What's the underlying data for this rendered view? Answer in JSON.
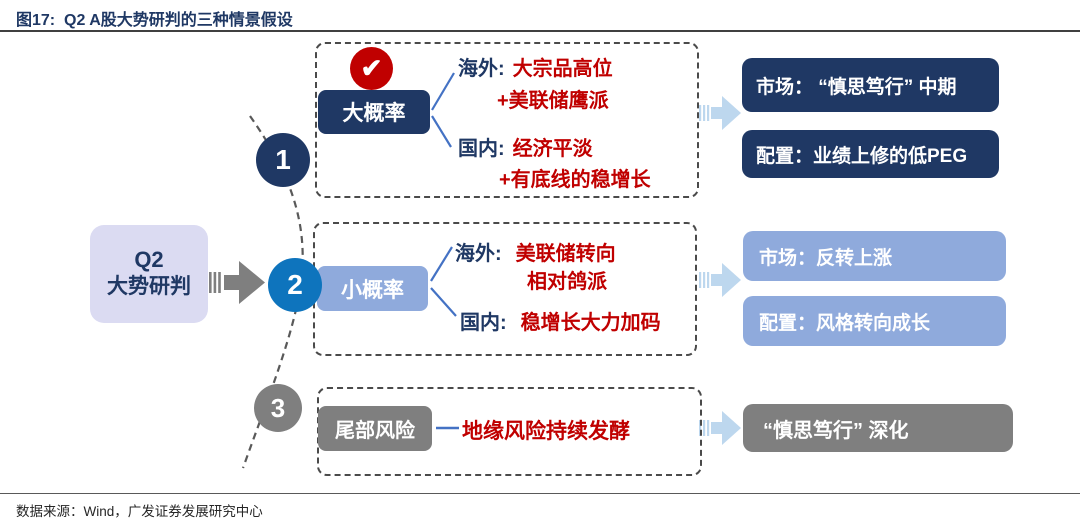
{
  "figure": {
    "title": "图17:  Q2 A股大势研判的三种情景假设",
    "source": "数据来源：Wind，广发证券发展研究中心"
  },
  "root_node": {
    "line1": "Q2",
    "line2": "大势研判"
  },
  "icons": {
    "check": "✔"
  },
  "scenarios": [
    {
      "number": "1",
      "label": "大概率",
      "checked": true,
      "branches": [
        {
          "prefix": "海外:",
          "text": "大宗品高位",
          "cont": "+美联储鹰派"
        },
        {
          "prefix": "国内:",
          "text": "经济平淡",
          "cont": "+有底线的稳增长"
        }
      ],
      "outcomes": [
        "市场： “慎思笃行” 中期",
        "配置：业绩上修的低PEG"
      ]
    },
    {
      "number": "2",
      "label": "小概率",
      "checked": false,
      "branches": [
        {
          "prefix": "海外:",
          "text": "美联储转向",
          "cont": "相对鸽派"
        },
        {
          "prefix": "国内:",
          "text": "稳增长大力加码",
          "cont": ""
        }
      ],
      "outcomes": [
        "市场：反转上涨",
        "配置：风格转向成长"
      ]
    },
    {
      "number": "3",
      "label": "尾部风险",
      "checked": false,
      "branches": [
        {
          "prefix": "",
          "text": "地缘风险持续发酵",
          "cont": ""
        }
      ],
      "outcomes": [
        "“慎思笃行” 深化"
      ]
    }
  ],
  "colors": {
    "navy": "#1f3864",
    "bright_blue": "#0e74bd",
    "periwinkle": "#8faadc",
    "gray": "#7f7f7f",
    "arrow_light_blue": "#bdd7ee",
    "red": "#c00000",
    "lavender": "#dbdbf2"
  }
}
